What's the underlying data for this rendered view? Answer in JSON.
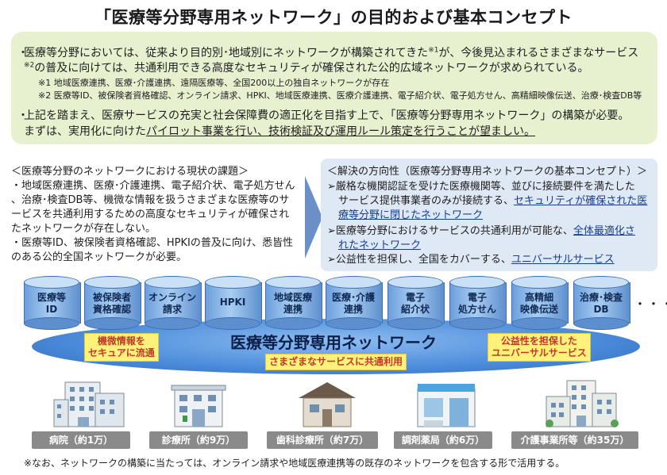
{
  "title": "「医療等分野専用ネットワーク」の目的および基本コンセプト",
  "green": {
    "bullet1_line1": "医療等分野においては、従来より目的別･地域別にネットワークが構築されてきた",
    "bullet1_sup1": "※1",
    "bullet1_line1_tail": "が、今後見込まれるさまざまなサービス",
    "bullet1_sup2": "※2",
    "bullet1_line2": "の普及に向けては、共通利用できる高度なセキュリティが確保された公的広域ネットワークが求められている。",
    "note1": "※1 地域医療連携、医療･介護連携、遠隔医療等、全国200以上の独自ネットワークが存在",
    "note2": "※2 医療等ID、被保険者資格確認、オンライン請求、HPKI、地域医療連携、医療介護連携、電子紹介状、電子処方せん、高精細映像伝送、治療･検査DB等",
    "bullet2_line1": "上記を踏まえ、医療サービスの充実と社会保障費の適正化を目指す上で、「医療等分野専用ネットワーク」の構築が必要。",
    "bullet2_line2_pre": "まずは、実用化に向けた",
    "bullet2_line2_ul": "パイロット事業を行い、技術検証及び運用ルール策定を行うことが望ましい。"
  },
  "issues": {
    "heading": "＜医療等分野のネットワークにおける現状の課題＞",
    "lines": [
      "・地域医療連携、医療･介護連携、電子紹介状、電子処方せん",
      "、治療･検査DB等、機微な情報を扱うさまざまな医療等のサ",
      "ービスを共通利用するための高度なセキュリティが確保され",
      "たネットワークが存在しない。",
      "・医療等ID、被保険者資格確認、HPKIの普及に向け、悉皆性",
      "のある公的全国ネットワークが必要。"
    ]
  },
  "concept": {
    "heading": "＜解決の方向性（医療等分野専用ネットワークの基本コンセプト）＞",
    "p1_line1": "厳格な機関認証を受けた医療機関等、並びに接続要件を満たした",
    "p1_line2_pre": "サービス提供事業者のみが接続する、",
    "p1_line2_hl": "セキュリティが確保された医",
    "p1_line3_hl": "療等分野に閉じたネットワーク",
    "p2_line1_pre": "医療等分野におけるサービスの共通利用が可能な、",
    "p2_line1_hl": "全体最適化さ",
    "p2_line2_hl": "れたネットワーク",
    "p3_pre": "公益性を担保し、全国をカバーする、",
    "p3_hl": "ユニバーサルサービス"
  },
  "services": [
    {
      "l1": "医療等",
      "l2": "ID"
    },
    {
      "l1": "被保険者",
      "l2": "資格確認"
    },
    {
      "l1": "オンライン",
      "l2": "請求"
    },
    {
      "l1": "HPKI",
      "l2": ""
    },
    {
      "l1": "地域医療",
      "l2": "連携"
    },
    {
      "l1": "医療･介護",
      "l2": "連携"
    },
    {
      "l1": "電子",
      "l2": "紹介状"
    },
    {
      "l1": "電子",
      "l2": "処方せん"
    },
    {
      "l1": "高精細",
      "l2": "映像伝送"
    },
    {
      "l1": "治療･検査",
      "l2": "DB"
    }
  ],
  "more": "・・・・",
  "network": {
    "title": "医療等分野専用ネットワーク",
    "left_l1": "機微情報を",
    "left_l2": "セキュアに流通",
    "center": "さまざまなサービスに共通利用",
    "right_l1": "公益性を担保した",
    "right_l2": "ユニバーサルサービス"
  },
  "facilities": [
    {
      "label": "病院（約1万）"
    },
    {
      "label": "診療所（約9万）"
    },
    {
      "label": "歯科診療所（約7万）"
    },
    {
      "label": "調剤薬局（約6万）"
    },
    {
      "label": "介護事業所等（約35万）"
    }
  ],
  "footnote": "※なお、ネットワークの構築に当たっては、オンライン請求や地域医療連携等の既存のネットワークを包含する形で活用する。",
  "colors": {
    "green_bg": "#e7f0cf",
    "blue_bg": "#dfe8f5",
    "network_blue": "#4f8fdc",
    "highlight": "#fff27a"
  }
}
